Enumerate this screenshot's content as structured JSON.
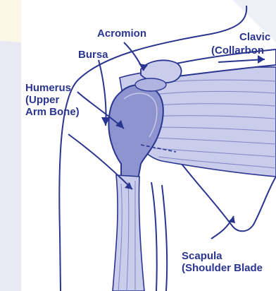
{
  "labels": {
    "acromion": "Acromion",
    "bursa": "Bursa",
    "clavicle_1": "Clavic",
    "clavicle_2": "(Collarbon",
    "humerus_1": "Humerus",
    "humerus_2": "(Upper",
    "humerus_3": "Arm Bone)",
    "scapula_1": "Scapula",
    "scapula_2": "(Shoulder Blade"
  },
  "colors": {
    "outer_background": "#fbf6e6",
    "side_band": "#eaeaf3",
    "panel": "#ffffff",
    "line": "#2a3590",
    "muscle_fill": "#c9ccea",
    "bone_fill": "#8d94cf",
    "text": "#2a3590"
  }
}
